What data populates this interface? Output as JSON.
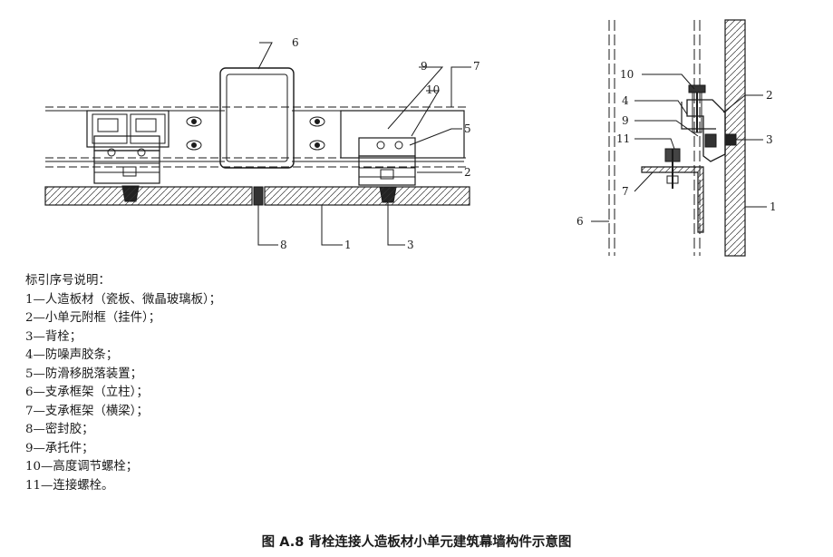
{
  "figure": {
    "left_view_callouts": {
      "c6": "6",
      "c7": "7",
      "c9": "9",
      "c10": "10",
      "c5": "5",
      "c2": "2",
      "c8": "8",
      "c1": "1",
      "c3": "3"
    },
    "right_view_callouts": {
      "c10": "10",
      "c4": "4",
      "c9": "9",
      "c11": "11",
      "c7": "7",
      "c2": "2",
      "c3": "3",
      "c6": "6",
      "c1": "1"
    }
  },
  "legend": {
    "title": "标引序号说明：",
    "items": [
      "1—人造板材（瓷板、微晶玻璃板）；",
      "2—小单元附框（挂件）；",
      "3—背栓；",
      "4—防噪声胶条；",
      "5—防滑移脱落装置；",
      "6—支承框架（立柱）；",
      "7—支承框架（横梁）；",
      "8—密封胶；",
      "9—承托件；",
      "10—高度调节螺栓；",
      "11—连接螺栓。"
    ]
  },
  "caption": "图 A.8   背栓连接人造板材小单元建筑幕墙构件示意图"
}
